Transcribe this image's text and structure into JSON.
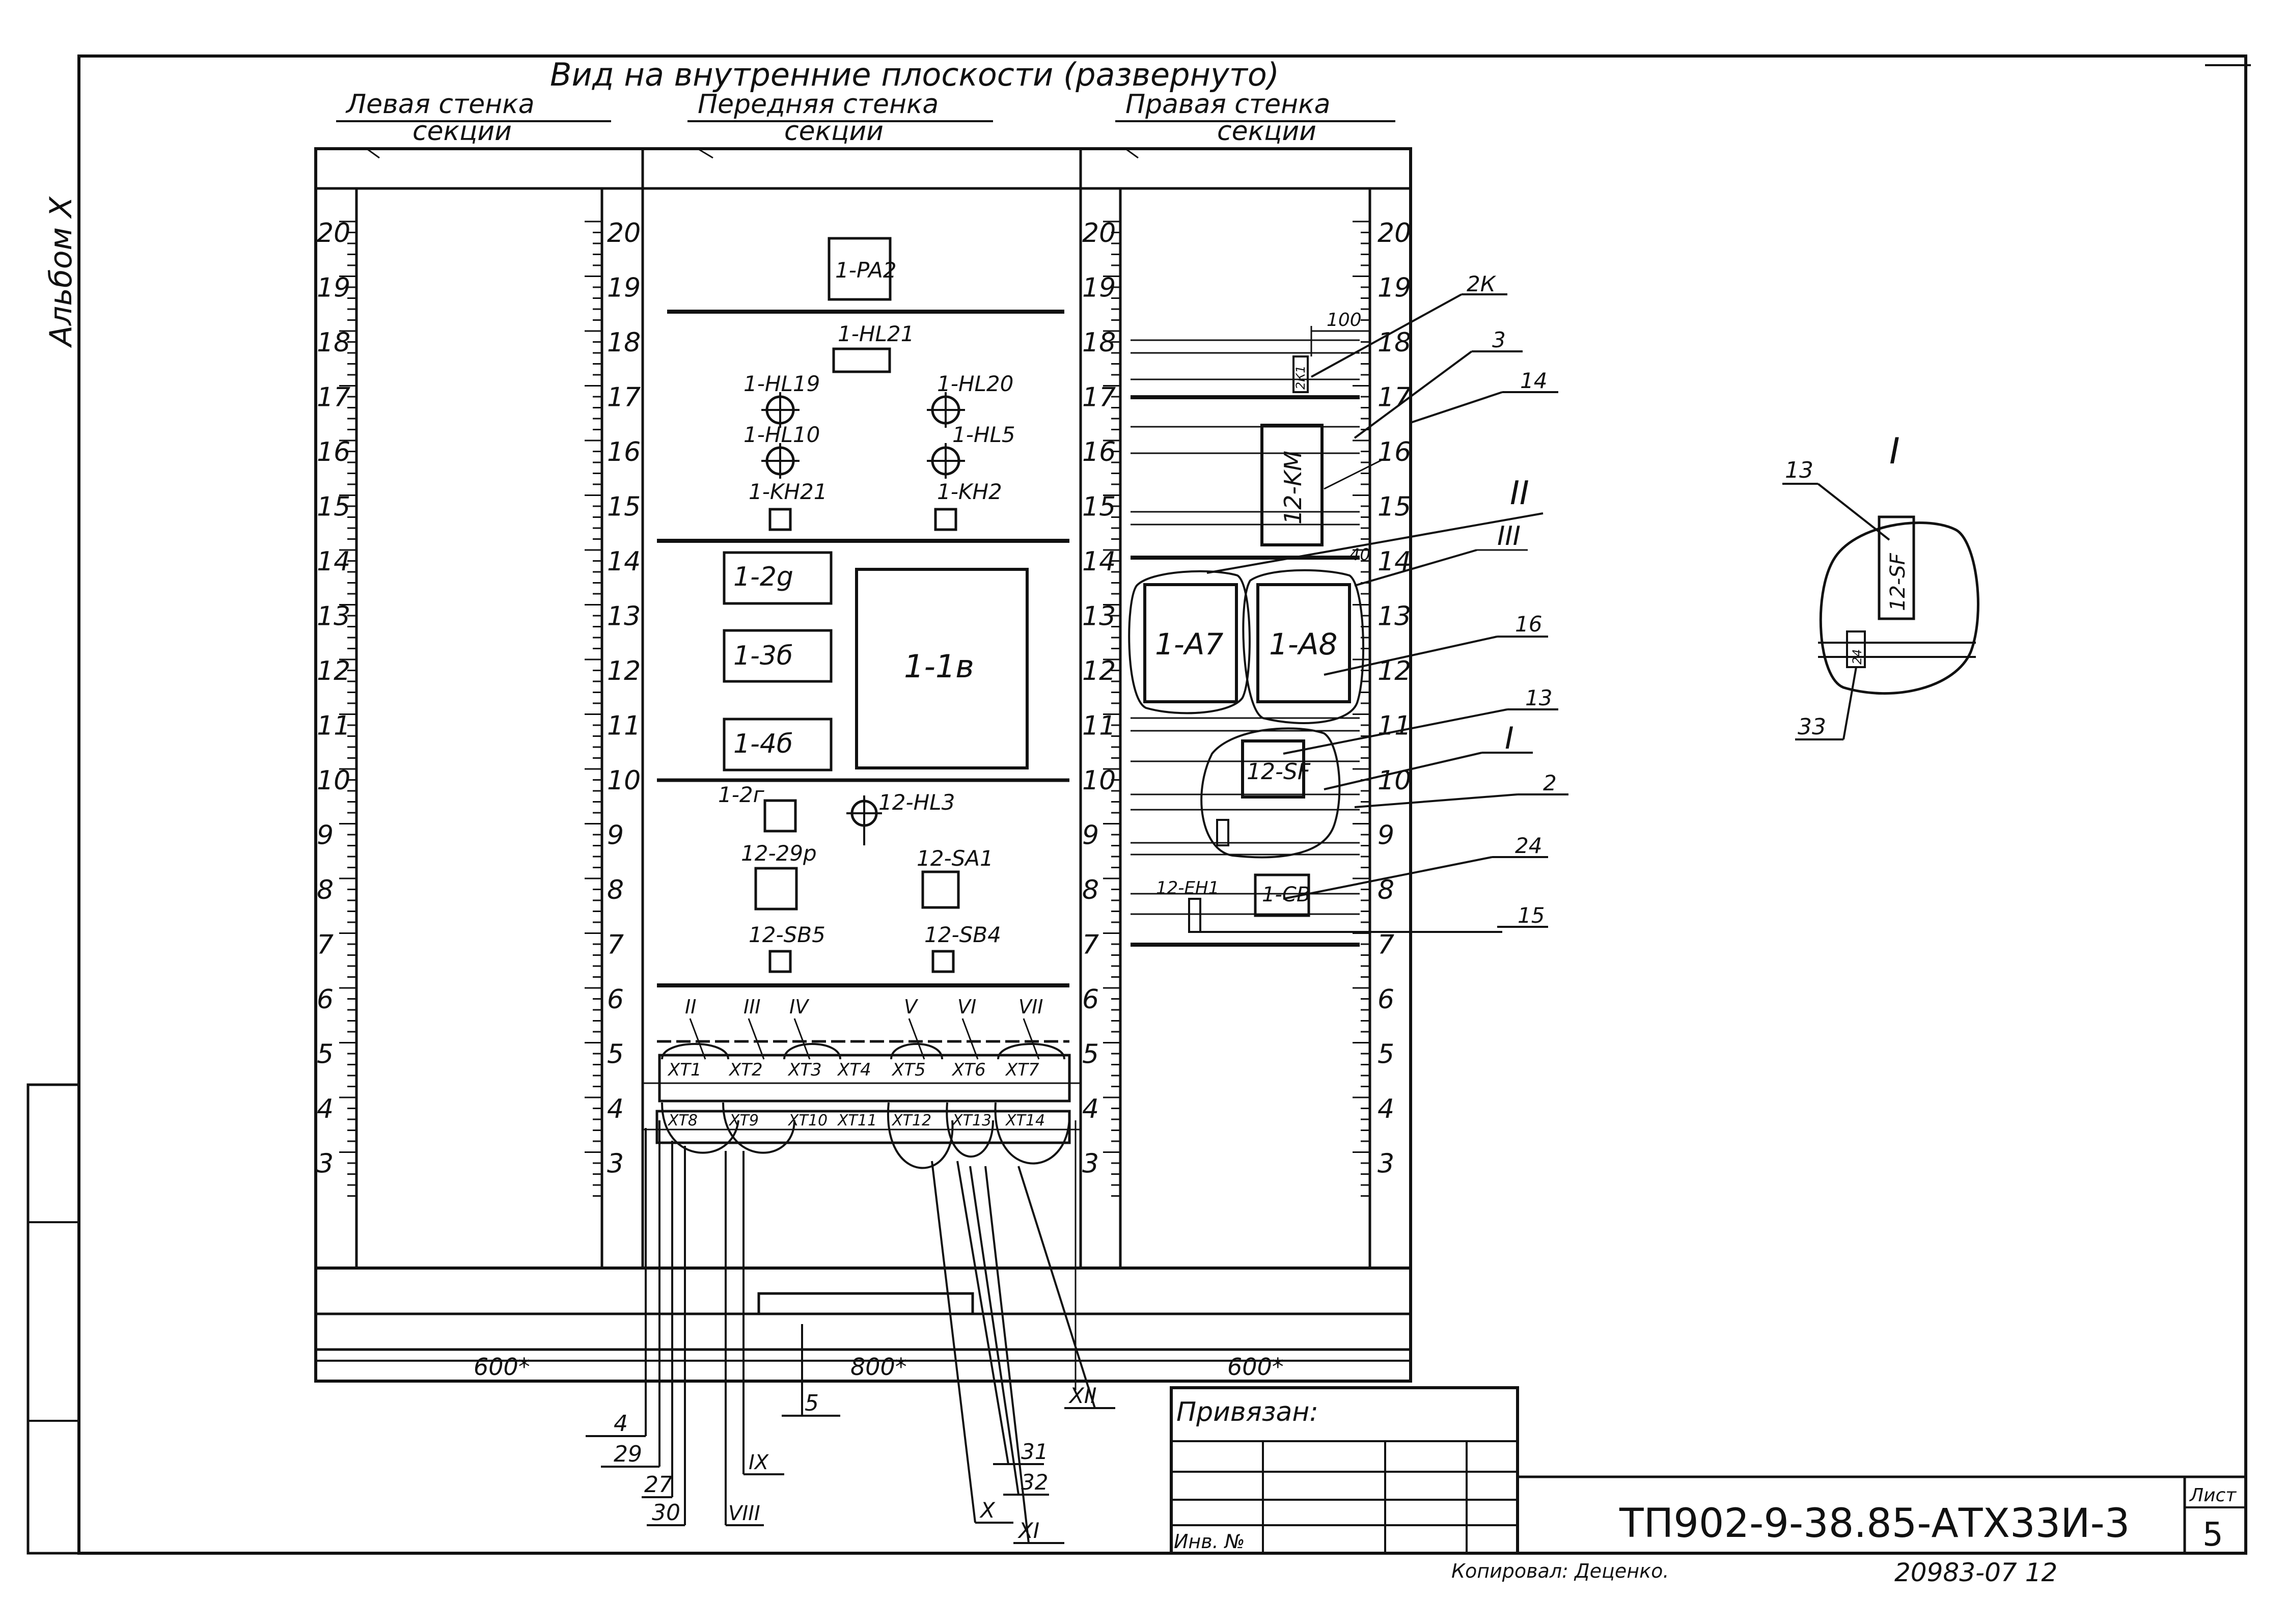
{
  "sheet": {
    "album": "Альбом X",
    "title": "Вид на внутренние плоскости (развернуто)",
    "left_wall": {
      "line1": "Левая стенка",
      "line2": "секции"
    },
    "front_wall": {
      "line1": "Передняя стенка",
      "line2": "секции"
    },
    "right_wall": {
      "line1": "Правая стенка",
      "line2": "секции"
    }
  },
  "scale": {
    "left_outer": [
      "20",
      "19",
      "18",
      "17",
      "16",
      "15",
      "14",
      "13",
      "12",
      "11",
      "10",
      "9",
      "8",
      "7",
      "6",
      "5",
      "4",
      "3"
    ],
    "left_inner": [
      "20",
      "19",
      "18",
      "17",
      "16",
      "15",
      "14",
      "13",
      "12",
      "11",
      "10",
      "9",
      "8",
      "7",
      "6",
      "5",
      "4",
      "3"
    ],
    "right_inner": [
      "20",
      "19",
      "18",
      "17",
      "16",
      "15",
      "14",
      "13",
      "12",
      "11",
      "10",
      "9",
      "8",
      "7",
      "6",
      "5",
      "4",
      "3"
    ],
    "right_outer": [
      "20",
      "19",
      "18",
      "17",
      "16",
      "15",
      "14",
      "13",
      "12",
      "11",
      "10",
      "9",
      "8",
      "7",
      "6",
      "5",
      "4",
      "3"
    ]
  },
  "front_panel": {
    "pa2": "1-PA2",
    "hl21": "1-HL21",
    "hl19": "1-HL19",
    "hl20": "1-HL20",
    "hl10": "1-HL10",
    "hl5": "1-HL5",
    "kh21": "1-KH21",
    "kh2": "1-KH2",
    "b2g": "1-2g",
    "b3b": "1-3б",
    "b4b": "1-4б",
    "b1v": "1-1в",
    "b2r": "1-2г",
    "hl3": "12-HL3",
    "b29p": "12-29р",
    "sa1": "12-SA1",
    "sb5": "12-SB5",
    "sb4": "12-SB4"
  },
  "terminals": {
    "row1": [
      "XT1",
      "XT2",
      "XT3",
      "XT4",
      "XT5",
      "XT6",
      "XT7"
    ],
    "row2": [
      "XT8",
      "XT9",
      "XT10",
      "XT11",
      "XT12",
      "XT13",
      "XT14"
    ],
    "roman_top": [
      "II",
      "III",
      "IV",
      "V",
      "VI",
      "VII"
    ]
  },
  "right_panel": {
    "km": "12-KM",
    "a7": "1-A7",
    "a8": "1-A8",
    "sf": "12-SF",
    "eh1": "12-EH1",
    "cb": "1-CB",
    "dim_100": "100",
    "dim_40": "40",
    "small_2k": "2К1"
  },
  "callouts": {
    "c2k": "2К",
    "c3": "3",
    "c14": "14",
    "cII": "II",
    "cIII": "III",
    "c16": "16",
    "c13": "13",
    "cI": "I",
    "c2": "2",
    "c24": "24",
    "c15": "15",
    "b4": "4",
    "b29": "29",
    "b27": "27",
    "b30": "30",
    "bVIII": "VIII",
    "bIX": "IX",
    "b5": "5",
    "bX": "X",
    "bXI": "XI",
    "b31": "31",
    "b32": "32",
    "bXII": "XII"
  },
  "dims": {
    "d600a": "600*",
    "d800": "800*",
    "d600b": "600*"
  },
  "detail": {
    "title": "I",
    "label13": "13",
    "sf": "12-SF",
    "label33": "33",
    "small": "24"
  },
  "title_block": {
    "privyazan": "Привязан:",
    "inv": "Инв. №",
    "code": "ТП902-9-38.85-АТХ33И-3",
    "sheet_label": "Лист",
    "sheet_no": "5"
  },
  "footer": {
    "copied": "Копировал: Деценко.",
    "number": "20983-07 12"
  }
}
